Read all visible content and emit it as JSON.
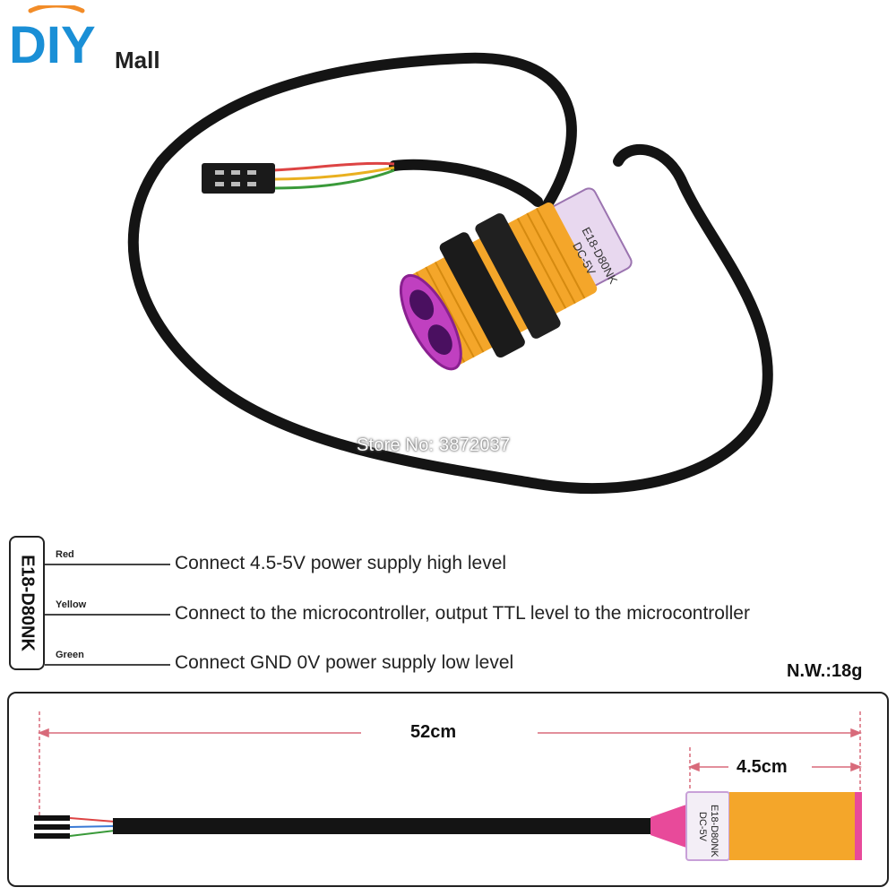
{
  "brand": {
    "logo_text": "DIY",
    "logo_suffix": "Mall",
    "colors": {
      "blue": "#1a8fd6",
      "orange": "#f28c28"
    }
  },
  "store_watermark": "Store No: 3872037",
  "sensor": {
    "model": "E18-D80NK",
    "housing_print_model": "E18-D80NK",
    "housing_print_voltage": "DC-5V",
    "colors": {
      "body": "#f4a62a",
      "lens": "#c040c0",
      "nut": "#1b1b1b",
      "cable": "#141414"
    }
  },
  "wiring": [
    {
      "wire": "Red",
      "description": "Connect 4.5-5V power supply high level"
    },
    {
      "wire": "Yellow",
      "description": "Connect to the microcontroller, output TTL level to the microcontroller"
    },
    {
      "wire": "Green",
      "description": "Connect GND 0V power supply low level"
    }
  ],
  "net_weight": "N.W.:18g",
  "dimensions": {
    "cable_length": "52cm",
    "sensor_length": "4.5cm",
    "measure_color": "#d86a7a"
  }
}
